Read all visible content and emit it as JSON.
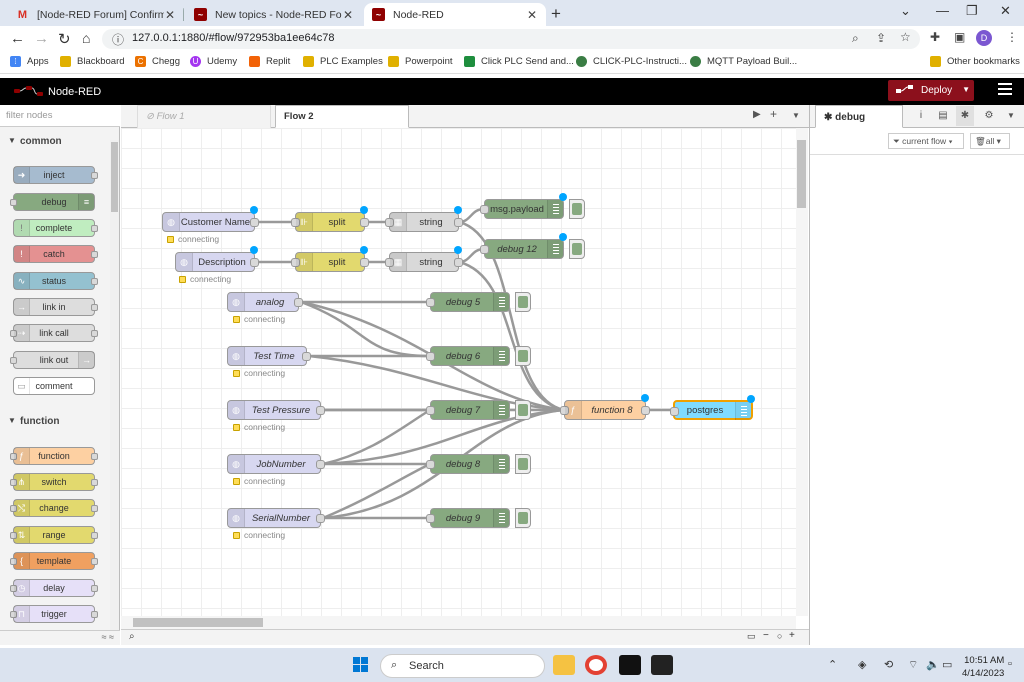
{
  "browser": {
    "tabs": [
      {
        "title": "[Node-RED Forum] Confirm your",
        "icon": "gmail-icon"
      },
      {
        "title": "New topics - Node-RED Forum",
        "icon": "node-red-forum-icon"
      },
      {
        "title": "Node-RED",
        "icon": "node-red-icon",
        "active": true
      }
    ],
    "url": "127.0.0.1:1880/#flow/972953ba1ee64c78",
    "profile_initial": "D",
    "bookmarks": [
      "Apps",
      "Blackboard",
      "Chegg",
      "Udemy",
      "Replit",
      "PLC Examples",
      "Powerpoint",
      "Click PLC Send and...",
      "CLICK-PLC-Instructi...",
      "MQTT Payload Buil..."
    ],
    "other_bookmarks": "Other bookmarks"
  },
  "header": {
    "title": "Node-RED",
    "deploy_label": "Deploy",
    "brand_color": "#8c101c"
  },
  "palette": {
    "filter_placeholder": "filter nodes",
    "categories": [
      {
        "name": "common",
        "nodes": [
          "inject",
          "debug",
          "complete",
          "catch",
          "status",
          "link in",
          "link call",
          "link out",
          "comment"
        ]
      },
      {
        "name": "function",
        "nodes": [
          "function",
          "switch",
          "change",
          "range",
          "template",
          "delay",
          "trigger"
        ]
      }
    ]
  },
  "workspace": {
    "tabs": [
      "Flow 1",
      "Flow 2"
    ],
    "active_tab": "Flow 2",
    "nodes": {
      "customer_name": "Customer Name",
      "description": "Description",
      "split1": "split",
      "split2": "split",
      "string1": "string",
      "string2": "string",
      "msg_payload": "msg.payload",
      "debug12": "debug 12",
      "analog": "analog",
      "test_time": "Test Time",
      "test_pressure": "Test Pressure",
      "job_number": "JobNumber",
      "serial_number": "SerialNumber",
      "debug5": "debug 5",
      "debug6": "debug 6",
      "debug7": "debug 7",
      "debug8": "debug 8",
      "debug9": "debug 9",
      "function8": "function 8",
      "postgres": "postgres"
    },
    "status_text": "connecting"
  },
  "sidebar": {
    "tab": "debug",
    "filter_label": "current flow",
    "clear_label": "all"
  },
  "taskbar": {
    "search_label": "Search",
    "time": "10:51 AM",
    "date": "4/14/2023"
  }
}
